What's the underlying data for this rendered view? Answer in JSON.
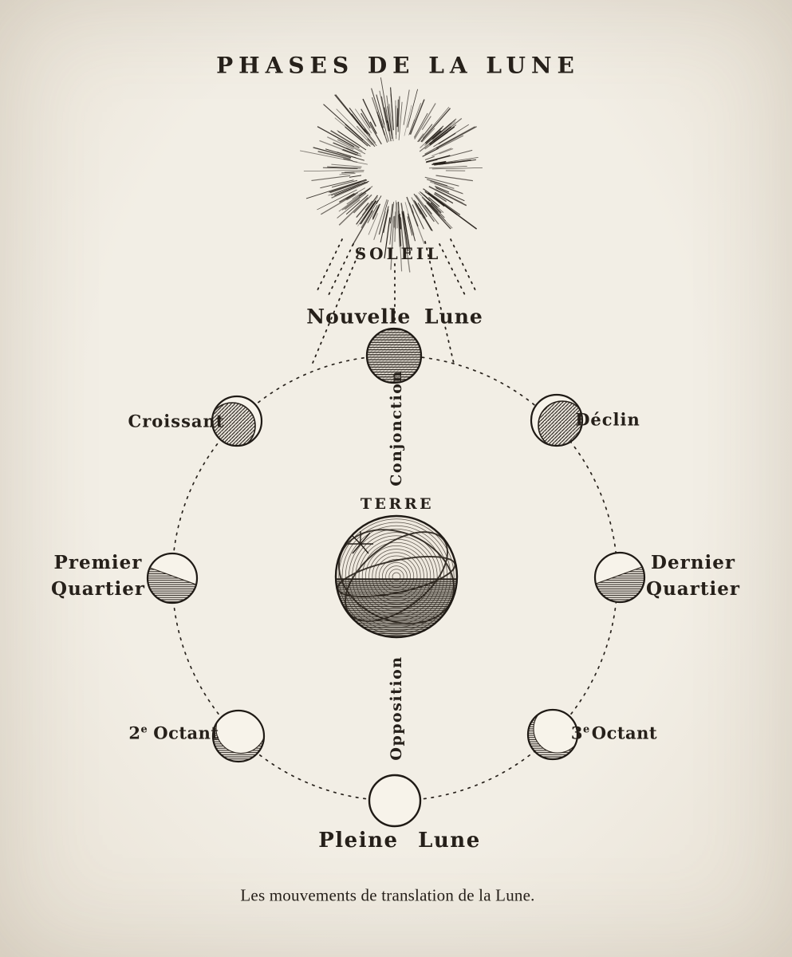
{
  "title": "PHASES DE LA LUNE",
  "sun": {
    "label": "SOLEIL"
  },
  "earth": {
    "label": "TERRE"
  },
  "orbit": {
    "conjunction_label": "Conjonction",
    "opposition_label": "Opposition"
  },
  "phases": {
    "nouvelle_lune": {
      "label": "Nouvelle Lune"
    },
    "croissant": {
      "label": "Croissant"
    },
    "declin": {
      "label": "Déclin"
    },
    "premier_quartier": {
      "line1": "Premier",
      "line2": "Quartier"
    },
    "dernier_quartier": {
      "line1": "Dernier",
      "line2": "Quartier"
    },
    "deuxieme_octant": {
      "number": "2",
      "sup": "e",
      "word": "Octant"
    },
    "troisieme_octant": {
      "number": "3",
      "sup": "e",
      "word": "Octant"
    },
    "pleine_lune": {
      "label": "Pleine Lune"
    }
  },
  "caption": "Les mouvements de translation de la Lune.",
  "colors": {
    "ink": "#26201a",
    "paper": "#f1ece3",
    "moon-white": "#f7f3ea"
  }
}
